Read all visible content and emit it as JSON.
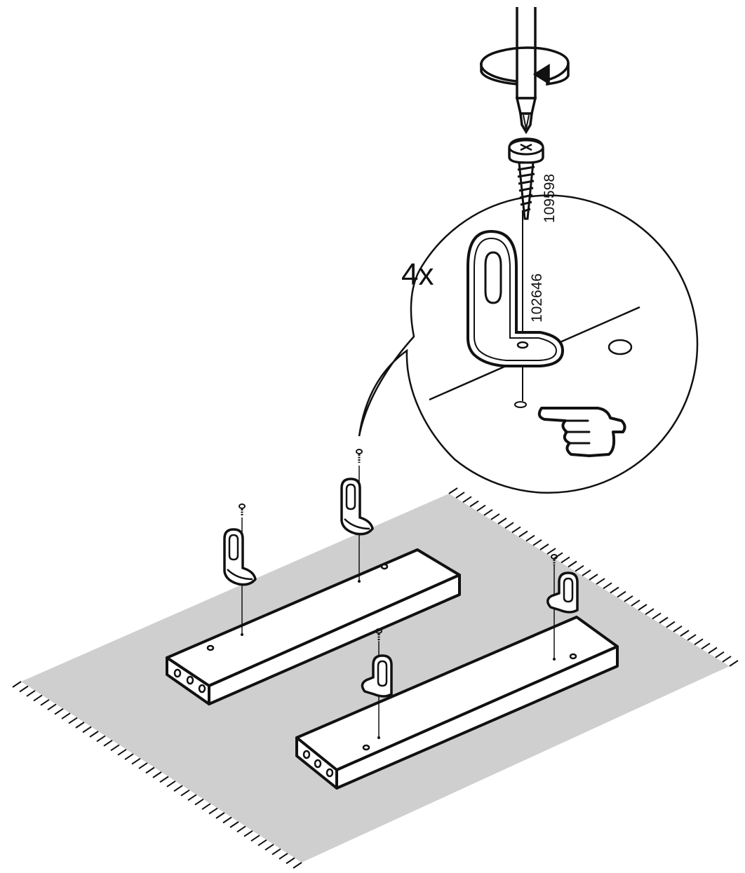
{
  "instruction": {
    "quantity_label": "4x",
    "screw_part_number": "109598",
    "bracket_part_number": "102646"
  },
  "colors": {
    "ink": "#111111",
    "floor_mat": "#cfcfcf",
    "paper": "#ffffff"
  },
  "icons": [
    "screwdriver-icon",
    "rotation-arrow-icon",
    "pointing-hand-icon",
    "screw-icon",
    "angle-bracket-icon"
  ]
}
